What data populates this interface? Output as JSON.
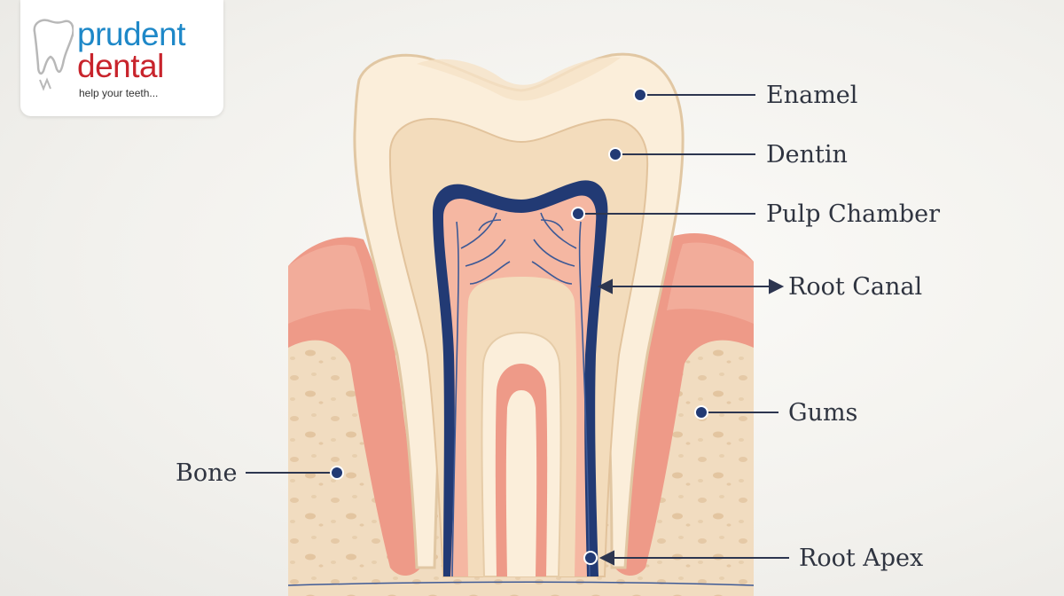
{
  "brand": {
    "name_line1": "prudent",
    "name_line2": "dental",
    "tagline": "help your teeth...",
    "colors": {
      "primary": "#1e88c8",
      "secondary": "#c8242c"
    }
  },
  "labels": {
    "enamel": "Enamel",
    "dentin": "Dentin",
    "pulp_chamber": "Pulp Chamber",
    "root_canal": "Root Canal",
    "gums": "Gums",
    "bone": "Bone",
    "root_apex": "Root Apex"
  },
  "colors": {
    "enamel": "#fbeeda",
    "dentin": "#f3dcbc",
    "pulp": "#f5b7a2",
    "canal_outline": "#223a74",
    "gum": "#ee9a88",
    "bone": "#f1dcc0",
    "leader": "#2d3650"
  },
  "icons": {
    "logo": "tooth-outline-icon"
  }
}
